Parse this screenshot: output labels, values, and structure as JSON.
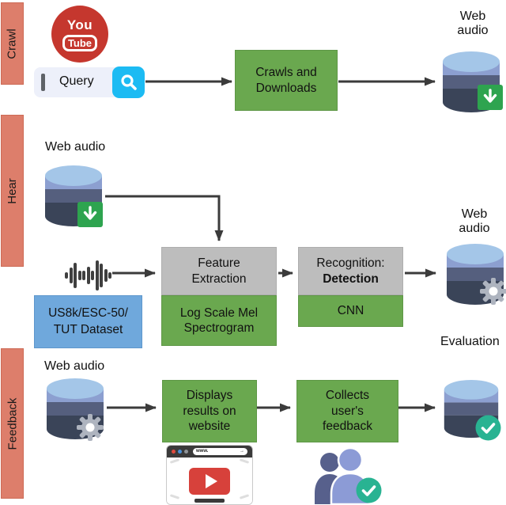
{
  "colors": {
    "stage_bar": "#DD7E6B",
    "process_green": "#6AA84F",
    "label_gray": "#BDBDBD",
    "dataset_blue": "#6FA8DC",
    "youtube_red": "#C5372E",
    "search_cyan": "#1CBBF3",
    "db_top": "#A4C6E8",
    "db_band1": "#8C9FD0",
    "db_band2": "#555F7E",
    "db_band3": "#3A4458",
    "badge_green": "#2EA44F",
    "badge_gear_gray": "#AEB4BF",
    "badge_teal": "#29B392",
    "arrow": "#3B3B3B"
  },
  "icons": {
    "search": "magnifier",
    "download": "arrow-down-square",
    "processed": "gear",
    "verified": "check-circle",
    "address_go": "→"
  },
  "stages": {
    "crawl": "Crawl",
    "hear": "Hear",
    "feedback": "Feedback"
  },
  "crawl_row": {
    "youtube_you": "You",
    "youtube_tube": "Tube",
    "query_value": "Query",
    "crawls_box": "Crawls and\nDownloads",
    "web_audio": "Web\naudio"
  },
  "hear_row": {
    "web_audio_left": "Web audio",
    "dataset_box": "US8k/ESC-50/\nTUT Dataset",
    "feature_top": "Feature\nExtraction",
    "feature_bottom": "Log Scale Mel\nSpectrogram",
    "recognition_title": "Recognition:",
    "recognition_subtitle": "Detection",
    "recognition_bottom": "CNN",
    "web_audio_right": "Web\naudio",
    "evaluation_label": "Evaluation"
  },
  "feedback_row": {
    "web_audio_left": "Web audio",
    "displays_box": "Displays\nresults on\nwebsite",
    "collects_box": "Collects\nuser's\nfeedback",
    "browser_address": "www."
  }
}
